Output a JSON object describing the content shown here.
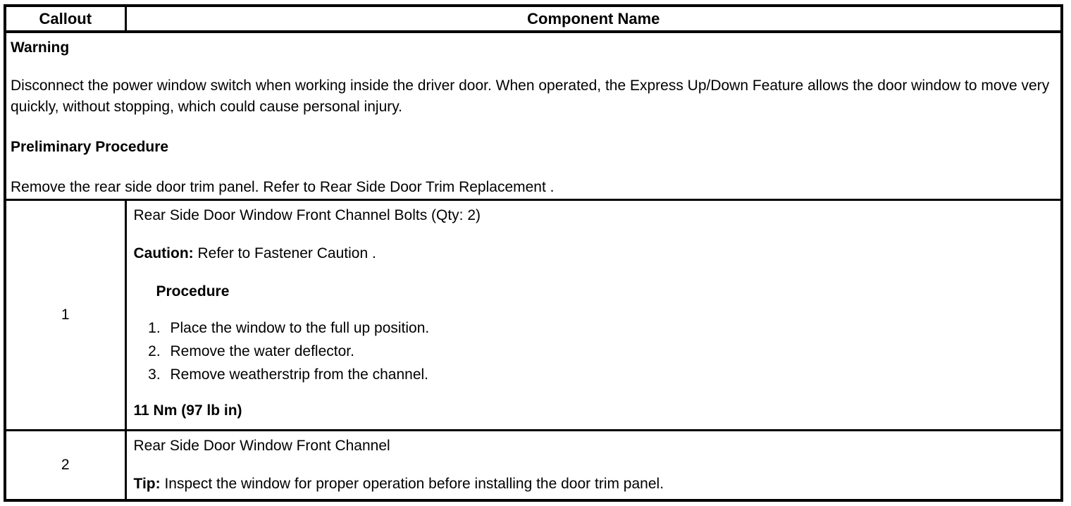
{
  "colors": {
    "background": "#ffffff",
    "text": "#000000",
    "border": "#000000"
  },
  "table": {
    "header": {
      "callout_label": "Callout",
      "component_label": "Component Name"
    },
    "preamble": {
      "warning_heading": "Warning",
      "warning_body": "Disconnect the power window switch when working inside the driver door. When operated, the Express Up/Down Feature allows the door window to move very quickly, without stopping, which could cause personal injury.",
      "preliminary_heading": "Preliminary Procedure",
      "preliminary_body": "Remove the rear side door trim panel. Refer to Rear Side Door Trim Replacement ."
    },
    "rows": [
      {
        "callout": "1",
        "component": "Rear Side Door Window Front Channel Bolts (Qty: 2)",
        "caution_label": "Caution:",
        "caution_text": "Refer to Fastener Caution .",
        "procedure_heading": "Procedure",
        "steps": [
          "Place the window to the full up position.",
          "Remove the water deflector.",
          "Remove weatherstrip from the channel."
        ],
        "torque": "11 Nm (97 lb in)"
      },
      {
        "callout": "2",
        "component": "Rear Side Door Window Front Channel",
        "tip_label": "Tip:",
        "tip_text": "Inspect the window for proper operation before installing the door trim panel."
      }
    ]
  }
}
